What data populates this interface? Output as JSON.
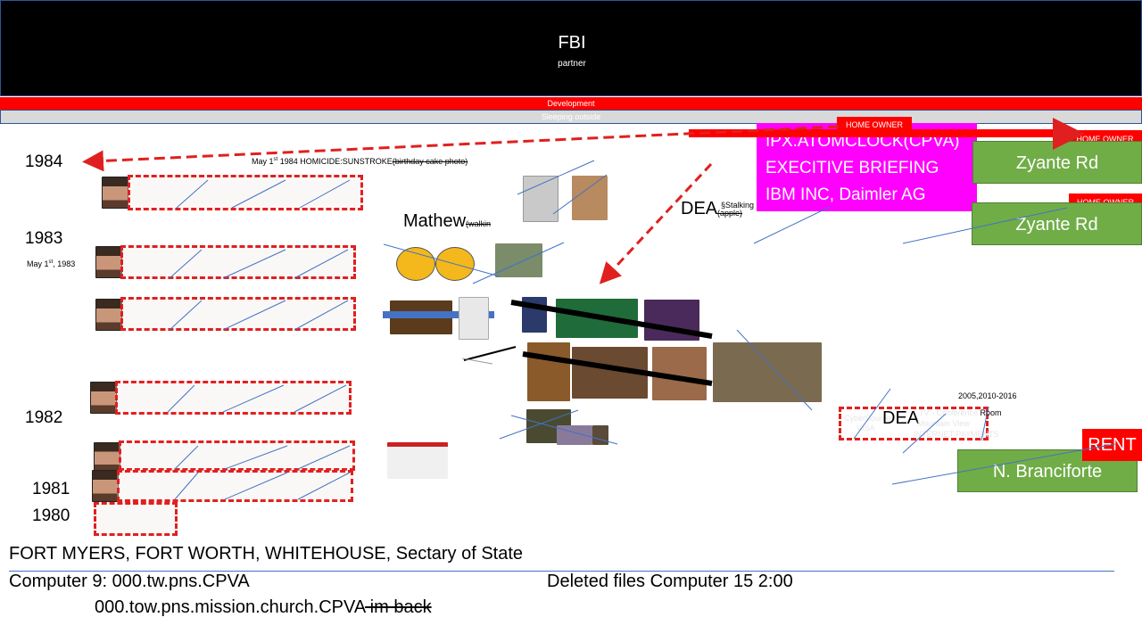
{
  "header": {
    "title": "FBI",
    "subtitle": "partner"
  },
  "bars": {
    "development": "Development",
    "sleeping": "Sleeping outside"
  },
  "years": {
    "y1984": "1984",
    "y1983": "1983",
    "y1982": "1982",
    "y1981": "1981",
    "y1980": "1980"
  },
  "notes": {
    "may1983_main": "May 1",
    "may1983_sup": "st",
    "may1983_tail": ", 1983",
    "may1984_main": "May 1",
    "may1984_sup": "st",
    "may1984_tail": " 1984 HOMICIDE:SUNSTROKE",
    "may1984_strike": "(birthday cake photo)"
  },
  "labels": {
    "mathew": "Mathew",
    "mathew_strike": "(walkin",
    "dea_top": "DEA",
    "dea_stalking": "§Stalking",
    "dea_apple": "(apple)",
    "dea_right": "DEA",
    "dates": "2005,2010-2016",
    "conference_room": "Room",
    "conference_prefix": "TV - Conference ",
    "mountain_view": "Mountain View",
    "internet_payments": "INTERNET PAYMENTS",
    "cyber_source": "CyberSource",
    "visa": "VISA"
  },
  "magenta_box": {
    "lines": [
      "IPX.ATOMCLOCK(CPVA)",
      "EXECITIVE BRIEFING",
      "IBM INC, Daimler AG"
    ]
  },
  "homeowner": {
    "tag1": "HOME OWNER",
    "tag2": "HOME OWNER",
    "tag3": "HOME OWNER"
  },
  "green_boxes": {
    "zyante1": "Zyante Rd",
    "zyante2": "Zyante Rd",
    "branciforte": "N. Branciforte"
  },
  "rent": {
    "label": "RENT"
  },
  "bottom": {
    "cities": "FORT MYERS, FORT WORTH, WHITEHOUSE, Sectary of State",
    "computer9": "Computer 9: 000.tw.pns.CPVA",
    "deleted": "Deleted files Computer 15 2:00",
    "church": "000.tow.pns.mission.church.CPVA",
    "church_strike": " im back"
  },
  "colors": {
    "red": "#ff0000",
    "dashed_red": "#e02020",
    "magenta": "#ff00ff",
    "green": "#70ad47",
    "blue_line": "#4472c4"
  },
  "icons": [
    "child-portrait-icon",
    "ewok-photo-icon",
    "arrow-icon"
  ]
}
